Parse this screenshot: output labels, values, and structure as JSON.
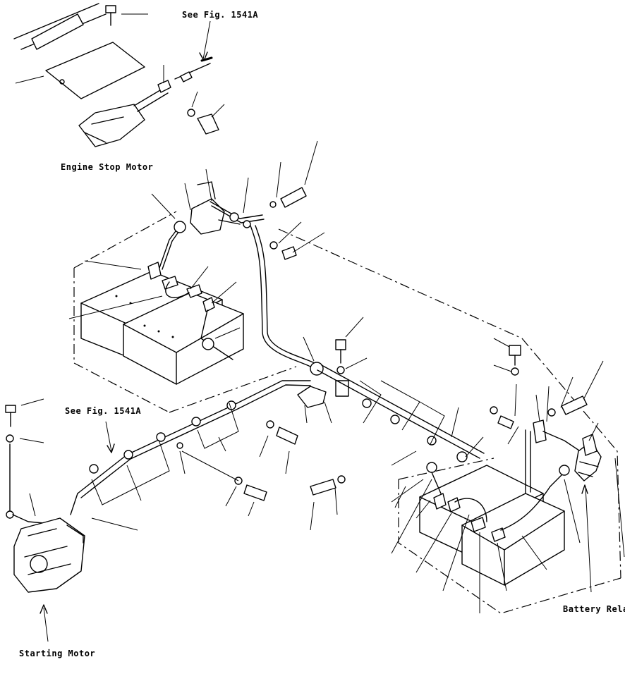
{
  "labels": {
    "see_fig_top": "See Fig. 1541A",
    "engine_stop_motor": "Engine Stop Motor",
    "see_fig_left": "See Fig. 1541A",
    "starting_motor": "Starting Motor",
    "battery_relay": "Battery Relay"
  }
}
